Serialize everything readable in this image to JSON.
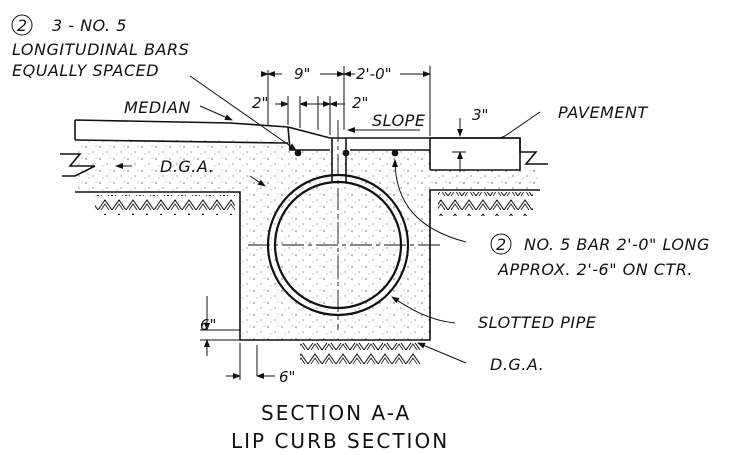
{
  "callouts": {
    "bars_num": "2",
    "bars_line1": "3 - NO. 5",
    "bars_line2": "LONGITUDINAL BARS",
    "bars_line3": "EQUALLY SPACED",
    "median": "MEDIAN",
    "pavement": "PAVEMENT",
    "slope": "SLOPE",
    "dga_top": "D.G.A.",
    "dga_bottom": "D.G.A.",
    "bar2_num": "2",
    "bar2_line1": "NO. 5 BAR 2'-0\" LONG",
    "bar2_line2": "APPROX. 2'-6\" ON CTR.",
    "slotted_pipe": "SLOTTED PIPE"
  },
  "dimensions": {
    "d_9in": "9\"",
    "d_2ft": "2'-0\"",
    "d_2in_left": "2\"",
    "d_2in_right": "2\"",
    "d_3in": "3\"",
    "d_6in_vert": "6\"",
    "d_6in_horiz": "6\""
  },
  "title": {
    "line1": "SECTION A-A",
    "line2": "LIP CURB SECTION"
  }
}
